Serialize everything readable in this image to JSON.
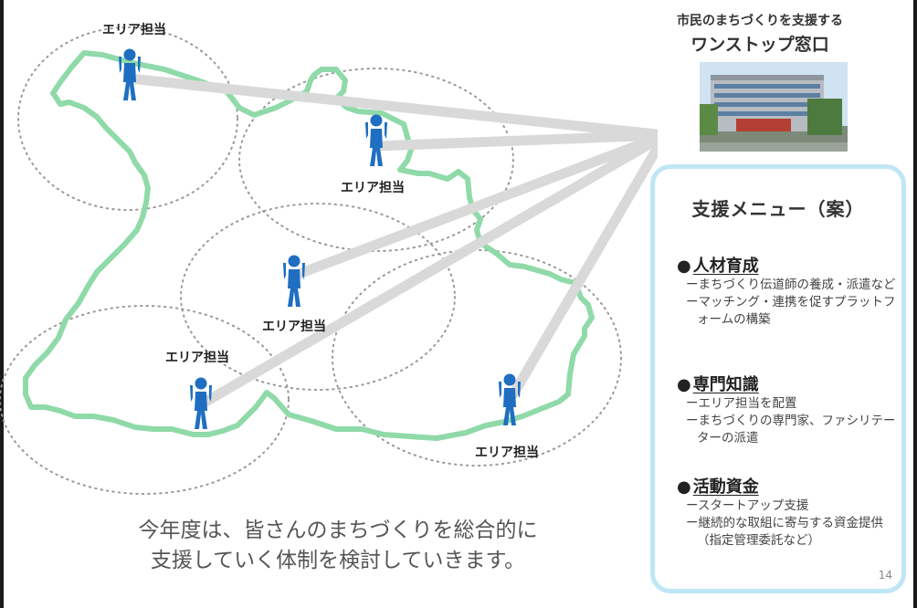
{
  "header": {
    "line1": "市民のまちづくりを支援する",
    "line2": "ワンストップ窓口"
  },
  "diagram": {
    "area_label": "エリア担当"
  },
  "menu": {
    "title": "支援メニュー（案）",
    "sections": [
      {
        "heading": "人材育成",
        "items": [
          "ーまちづくり伝道師の養成・派遣など",
          "ーマッチング・連携を促すプラットフォームの構築"
        ]
      },
      {
        "heading": "専門知識",
        "items": [
          "ーエリア担当を配置",
          "ーまちづくりの専門家、ファシリテーターの派遣"
        ]
      },
      {
        "heading": "活動資金",
        "items": [
          "ースタートアップ支援",
          "ー継続的な取組に寄与する資金提供（指定管理委託など）"
        ]
      }
    ]
  },
  "caption": {
    "line1": "今年度は、皆さんのまちづくりを総合的に",
    "line2": "支援していく体制を検討していきます。"
  },
  "page_number": "14",
  "colors": {
    "map_outline": "#8fdaa8",
    "connector": "#d9d9d9",
    "person": "#1f6ec1",
    "menu_border": "#bfe6f5"
  },
  "icons": [
    "person-icon",
    "building-photo"
  ]
}
